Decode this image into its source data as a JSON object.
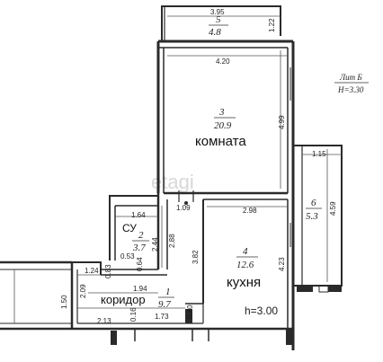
{
  "title": {
    "line1": "Лит Б",
    "line2": "H=3.30"
  },
  "ceiling": "h=3.00",
  "watermark": "etagi",
  "rooms": [
    {
      "id": "balcony",
      "number": "5",
      "area": "4.8"
    },
    {
      "id": "living",
      "number": "3",
      "area": "20.9",
      "name": "комната"
    },
    {
      "id": "loggia",
      "number": "6",
      "area": "5.3"
    },
    {
      "id": "bath",
      "number": "2",
      "area": "3.7",
      "name": "СУ"
    },
    {
      "id": "kitchen",
      "number": "4",
      "area": "12.6",
      "name": "кухня"
    },
    {
      "id": "corridor",
      "number": "1",
      "area": "9.7",
      "name": "коридор"
    }
  ],
  "dimensions": {
    "d395": "3.95",
    "d122": "1.22",
    "d420": "4.20",
    "d499": "4.99",
    "d115": "1.15",
    "d459": "4.59",
    "d109": "1.09",
    "d298": "2.98",
    "d164": "1.64",
    "d244": "2.44",
    "d288": "2.88",
    "d053": "0.53",
    "d064": "0.64",
    "d382": "3.82",
    "d423": "4.23",
    "d124": "1.24",
    "d083": "0.83",
    "d209": "2.09",
    "d194": "1.94",
    "d150": "1.50",
    "d213": "2.13",
    "d016": "0.16",
    "d173": "1.73",
    "d040": "0.40"
  }
}
